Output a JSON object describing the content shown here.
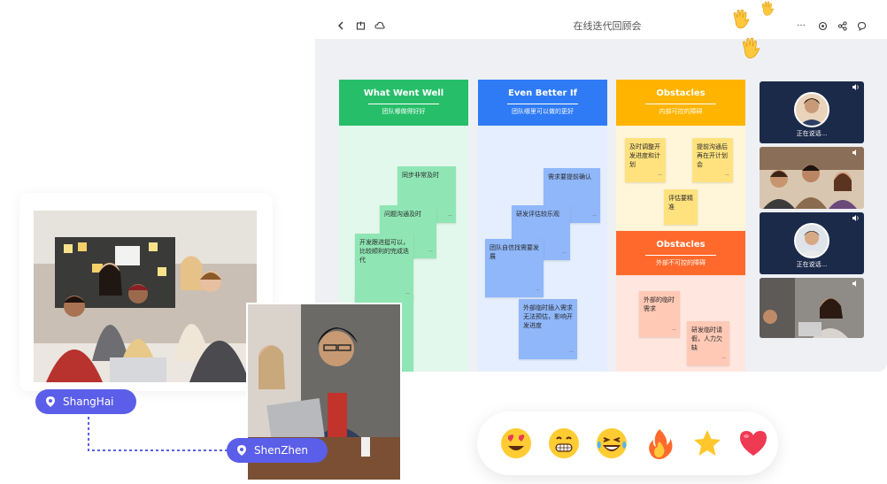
{
  "app": {
    "title": "在线迭代回顾会",
    "nav": {
      "back_icon": "back-arrow-icon",
      "exit_icon": "exit-icon",
      "cloud_icon": "cloud-icon"
    },
    "tools": {
      "more_label": "···",
      "settings_icon": "settings-icon",
      "share_icon": "share-icon",
      "chat_icon": "chat-icon"
    }
  },
  "colors": {
    "green": "#27be6a",
    "blue": "#2f7bf6",
    "yellow": "#ffb400",
    "orange": "#ff6a2c",
    "pill": "#5b5ee8",
    "video_bg": "#1c2a4a"
  },
  "board": {
    "columns": [
      {
        "title": "What Went Well",
        "subtitle": "团队哪做得好好",
        "color": "#27be6a",
        "body_color": "#e3f8ec",
        "notes": [
          {
            "text": "同步非常及时",
            "color": "#8fe6b4"
          },
          {
            "text": "问题沟通及时",
            "color": "#8fe6b4"
          },
          {
            "text": "开发跟进挺可以，比较顺利的完成迭代",
            "color": "#8fe6b4"
          },
          {
            "text": "",
            "color": "#8fe6b4"
          }
        ]
      },
      {
        "title": "Even Better If",
        "subtitle": "团队哪里可以做的更好",
        "color": "#2f7bf6",
        "body_color": "#e4eefe",
        "notes": [
          {
            "text": "需求要提前确认",
            "color": "#8fb7fa"
          },
          {
            "text": "研发评估较乐观",
            "color": "#8fb7fa"
          },
          {
            "text": "团队自信找需要发展",
            "color": "#8fb7fa"
          },
          {
            "text": "外部临时插入需求无法预估，影响开发进度",
            "color": "#8fb7fa"
          }
        ]
      },
      {
        "title": "Obstacles",
        "subtitle": "内部可控的障碍",
        "color": "#ffb400",
        "body_color": "#fff5d9",
        "notes": [
          {
            "text": "及时调整开发进度和计划",
            "color": "#ffe27e"
          },
          {
            "text": "提前沟通后再在开计划会",
            "color": "#ffe27e"
          },
          {
            "text": "评估要精准",
            "color": "#ffe27e"
          }
        ]
      }
    ],
    "obstacles_external": {
      "title": "Obstacles",
      "subtitle": "外部不可控的障碍",
      "color": "#ff6a2c",
      "body_color": "#ffe6de",
      "notes": [
        {
          "text": "外部的临时需求",
          "color": "#ffc9b6"
        },
        {
          "text": "研发临时请假，人力欠缺",
          "color": "#ffc9b6"
        }
      ]
    }
  },
  "video_call": {
    "participants": [
      {
        "name": "正在说话...",
        "speaking": true
      },
      {
        "name": "",
        "speaking": false
      },
      {
        "name": "正在说话...",
        "speaking": true
      },
      {
        "name": "",
        "speaking": false
      }
    ]
  },
  "reactions": [
    "heart-eyes-emoji",
    "grinning-emoji",
    "laughing-tears-emoji",
    "fire-emoji",
    "star-emoji",
    "heart-emoji"
  ],
  "locations": [
    {
      "label": "ShangHai"
    },
    {
      "label": "ShenZhen"
    }
  ]
}
